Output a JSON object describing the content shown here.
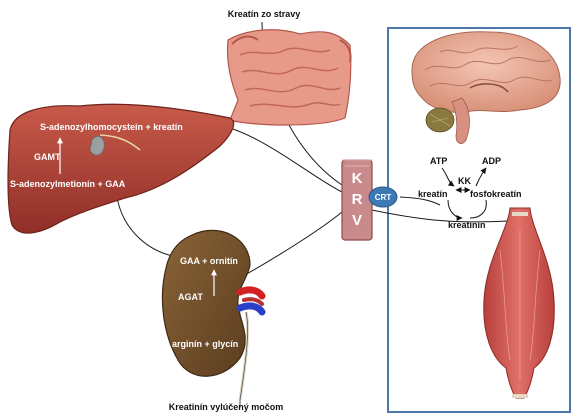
{
  "labels": {
    "diet": "Kreatín zo stravy",
    "urine": "Kreatinín vylúčený močom",
    "liver_top": "S-adenozylhomocystein + kreatín",
    "liver_enzyme": "GAMT",
    "liver_bottom": "S-adenozylmetionín + GAA",
    "kidney_top": "GAA + ornitín",
    "kidney_enzyme": "AGAT",
    "kidney_bottom": "arginín + glycín",
    "krv_letters": [
      "K",
      "R",
      "V"
    ],
    "crt": "CRT",
    "atp": "ATP",
    "adp": "ADP",
    "kk": "KK",
    "kreatin": "kreatín",
    "fosfokreatin": "fosfokreatín",
    "kreatinin": "kreatinín"
  },
  "colors": {
    "liver": "#b8473c",
    "kidney": "#7a5630",
    "krv_box": "#c98a8c",
    "crt_bubble": "#3d79b5",
    "tissue_frame": "#4a78a8",
    "muscle": "#d45f5a",
    "intestine": "#e89a8a"
  }
}
